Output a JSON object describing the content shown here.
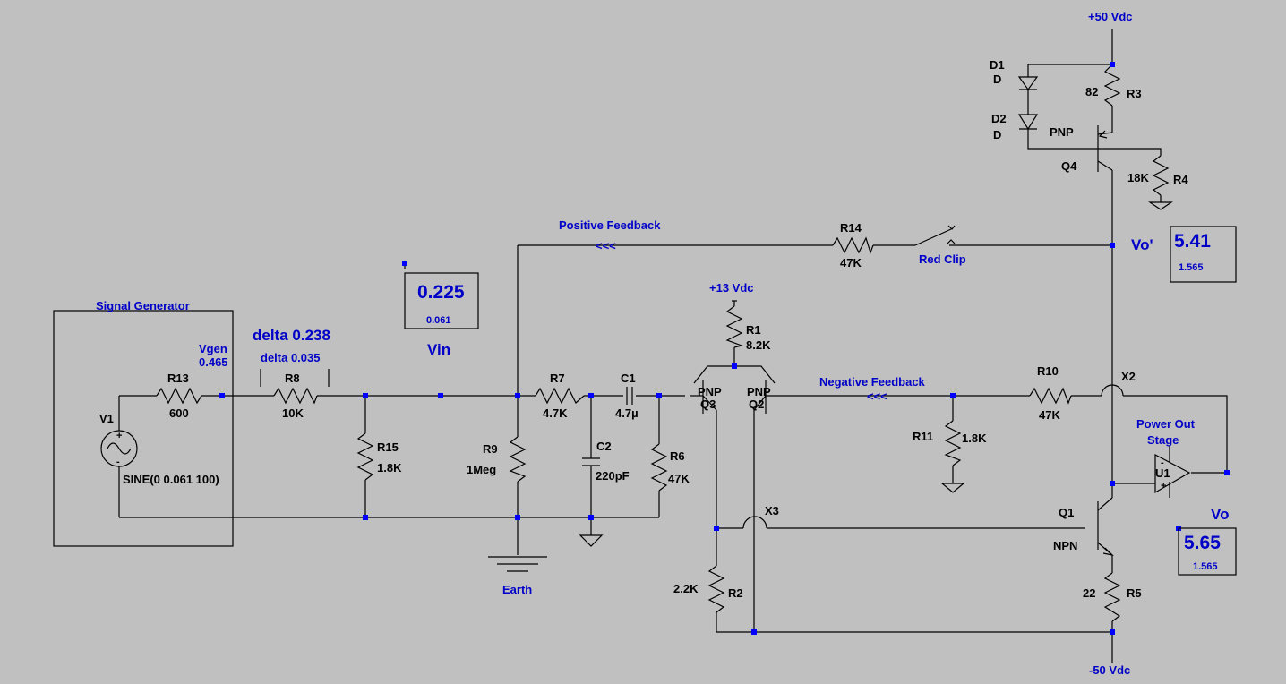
{
  "colors": {
    "background": "#c0c0c0",
    "wire": "#000000",
    "label": "#0000c8",
    "node": "#0000ff"
  },
  "supplies": {
    "pos50": "+50 Vdc",
    "neg50": "-50 Vdc",
    "pos13": "+13 Vdc",
    "earth": "Earth"
  },
  "blocks": {
    "signal_generator": "Signal Generator",
    "power_out": [
      "Power Out",
      "Stage"
    ]
  },
  "nets": {
    "vgen": "Vgen",
    "vin": "Vin",
    "vo_prime": "Vo'",
    "vo": "Vo"
  },
  "annotations": {
    "vgen_value": "0.465",
    "delta_main": "delta 0.238",
    "delta_sub": "delta 0.035",
    "positive_feedback": "Positive Feedback",
    "negative_feedback": "Negative Feedback",
    "red_clip": "Red Clip",
    "arrows": "<<<"
  },
  "probes": {
    "vin": {
      "value": "0.225",
      "sub": "0.061"
    },
    "vo_prime": {
      "value": "5.41",
      "sub": "1.565"
    },
    "vo": {
      "value": "5.65",
      "sub": "1.565"
    }
  },
  "components": {
    "r1": {
      "name": "R1",
      "value": "8.2K"
    },
    "r2": {
      "name": "R2",
      "value": "2.2K"
    },
    "r3": {
      "name": "R3",
      "value": "82"
    },
    "r4": {
      "name": "R4",
      "value": "18K"
    },
    "r5": {
      "name": "R5",
      "value": "22"
    },
    "r6": {
      "name": "R6",
      "value": "47K"
    },
    "r7": {
      "name": "R7",
      "value": "4.7K"
    },
    "r8": {
      "name": "R8",
      "value": "10K"
    },
    "r9": {
      "name": "R9",
      "value": "1Meg"
    },
    "r10": {
      "name": "R10",
      "value": "47K"
    },
    "r11": {
      "name": "R11",
      "value": "1.8K"
    },
    "r13": {
      "name": "R13",
      "value": "600"
    },
    "r14": {
      "name": "R14",
      "value": "47K"
    },
    "r15": {
      "name": "R15",
      "value": "1.8K"
    },
    "c1": {
      "name": "C1",
      "value": "4.7µ"
    },
    "c2": {
      "name": "C2",
      "value": "220pF"
    },
    "d1": {
      "name": "D1",
      "value": "D"
    },
    "d2": {
      "name": "D2",
      "value": "D"
    },
    "q1": {
      "name": "Q1",
      "type": "NPN"
    },
    "q2": {
      "name": "Q2",
      "type": "PNP"
    },
    "q3": {
      "name": "Q3",
      "type": "PNP"
    },
    "q4": {
      "name": "Q4",
      "type": "PNP"
    },
    "u1": {
      "name": "U1"
    },
    "v1": {
      "name": "V1",
      "value": "SINE(0 0.061 100)"
    },
    "x2": {
      "name": "X2"
    },
    "x3": {
      "name": "X3"
    }
  }
}
